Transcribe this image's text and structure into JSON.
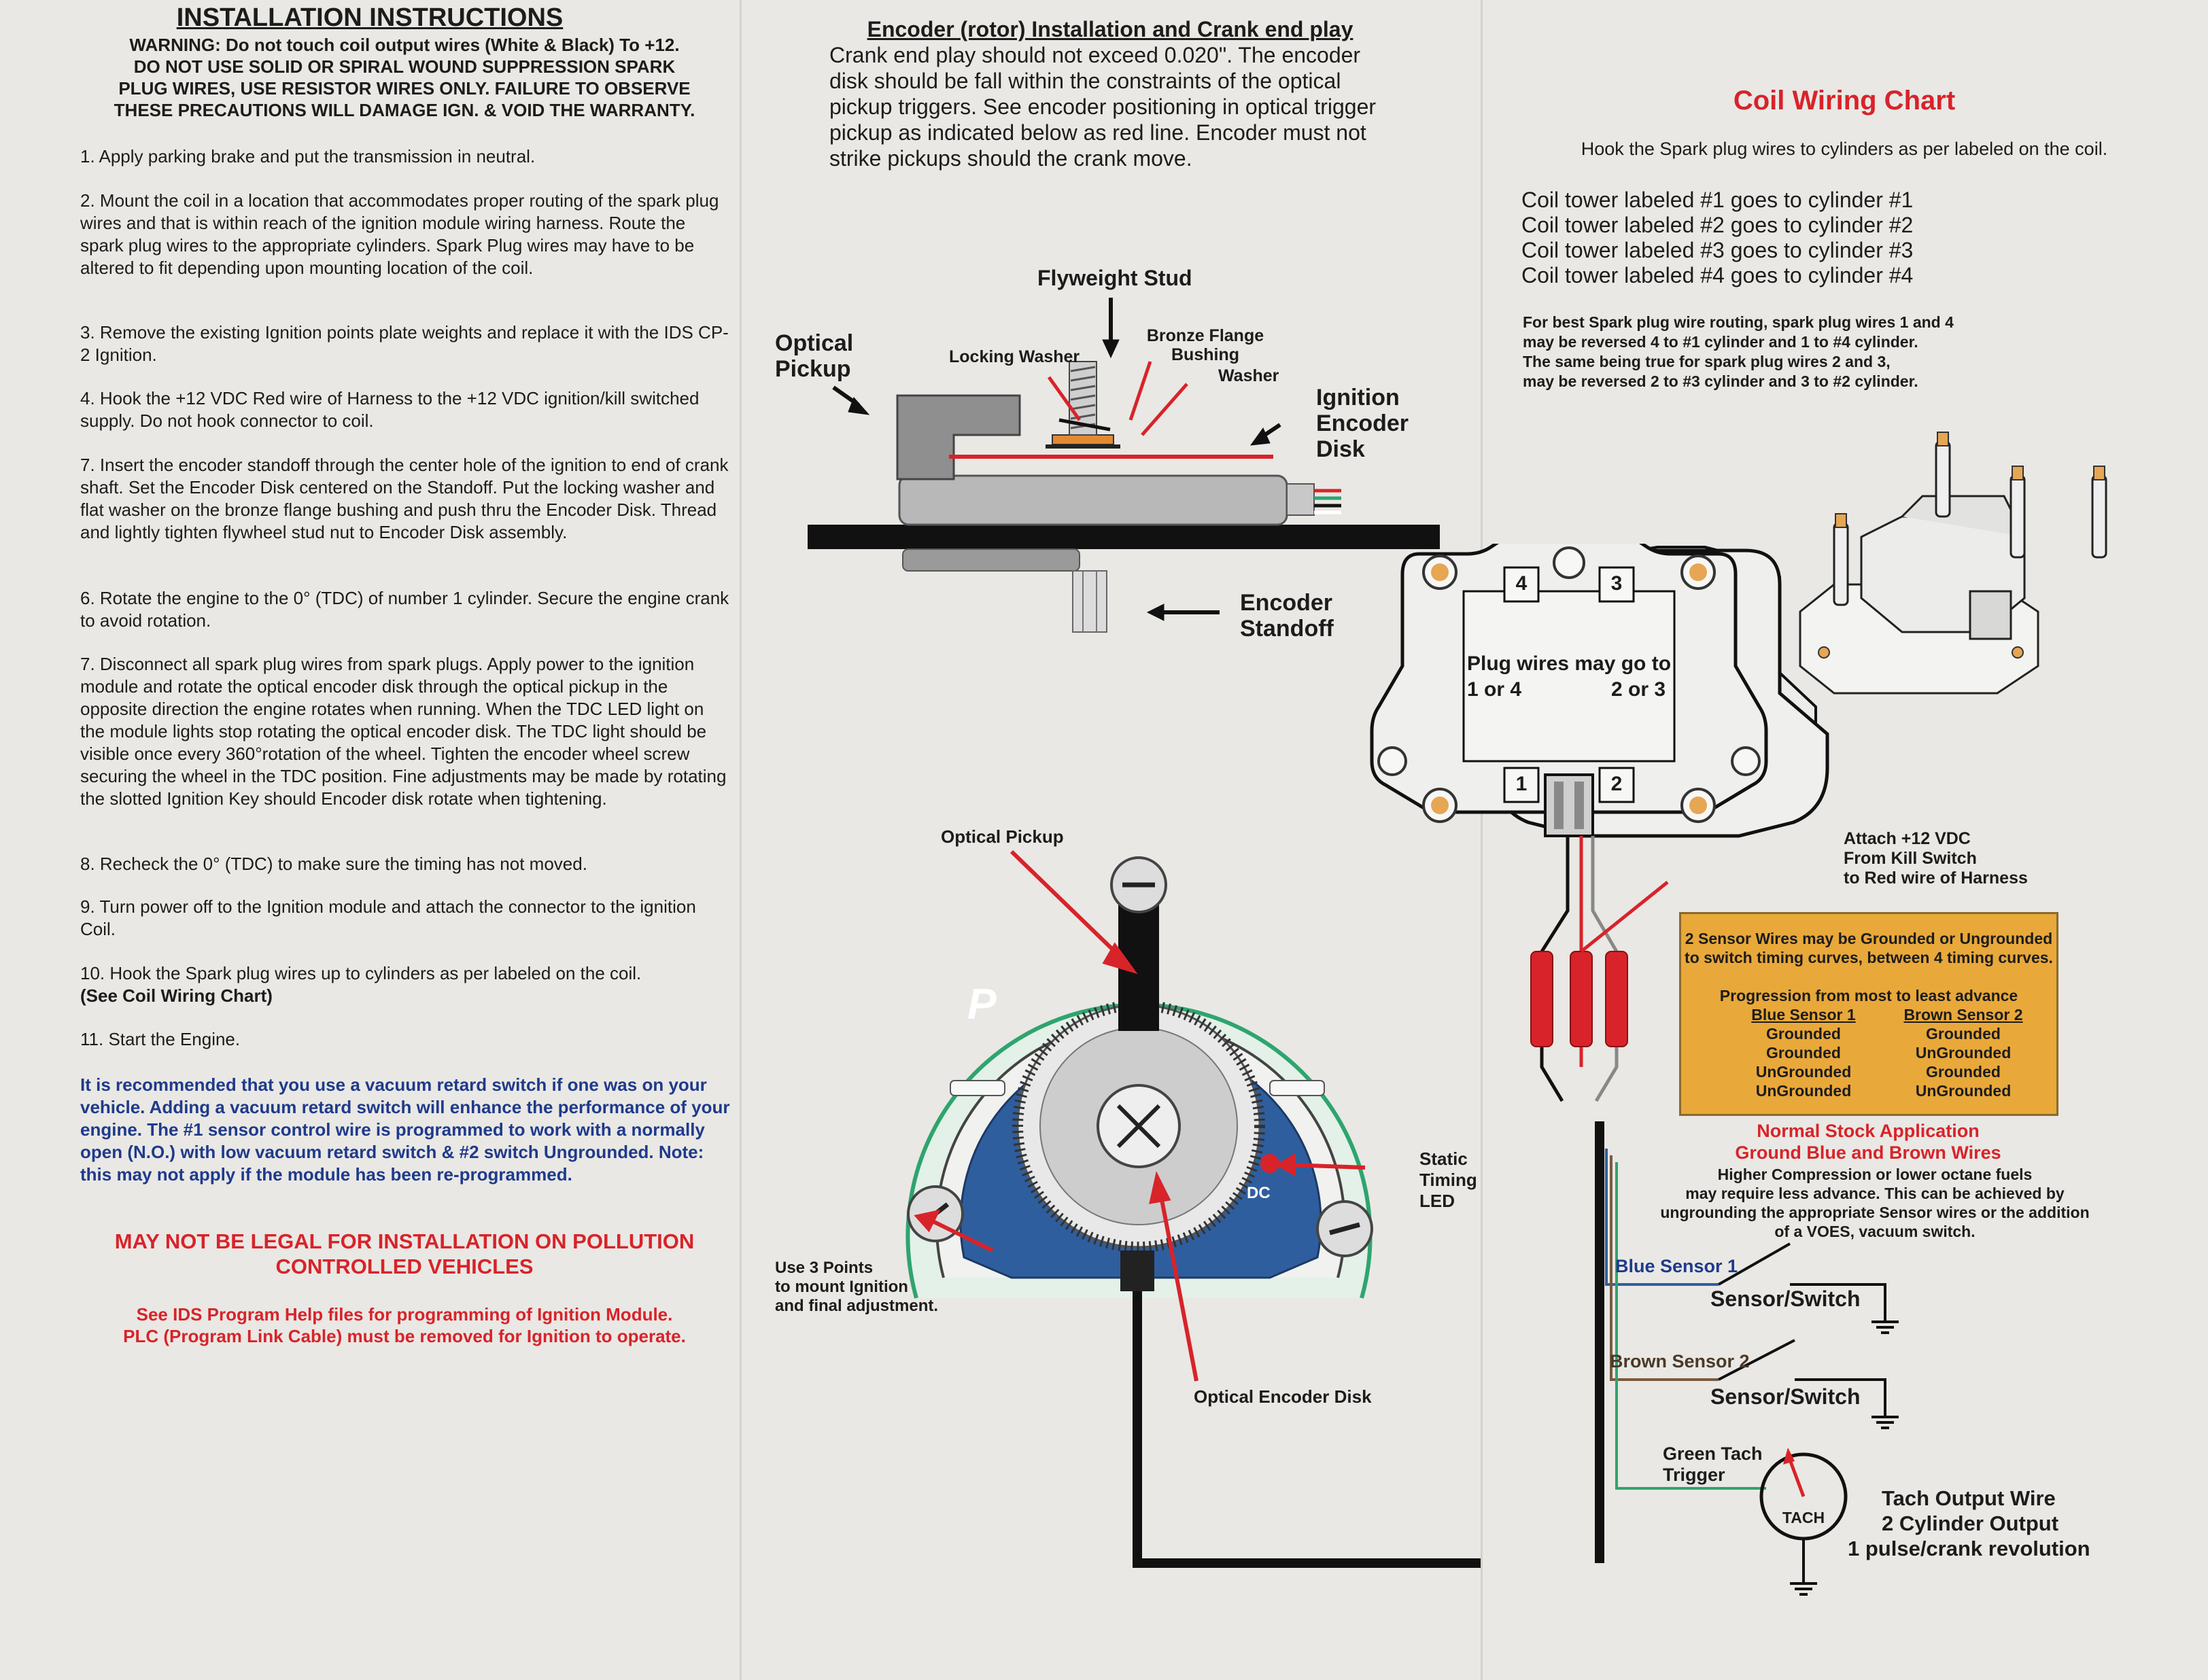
{
  "left": {
    "title": "INSTALLATION INSTRUCTIONS",
    "warning": [
      "WARNING: Do not touch coil output wires (White &  Black) To +12.",
      "DO NOT USE SOLID OR SPIRAL WOUND SUPPRESSION SPARK",
      "PLUG WIRES, USE RESISTOR WIRES ONLY.  FAILURE TO OBSERVE",
      "THESE PRECAUTIONS WILL DAMAGE IGN. & VOID THE WARRANTY."
    ],
    "steps": [
      "1.  Apply parking brake and put the transmission in neutral.",
      "2.  Mount the coil in a location that accommodates proper routing of the spark plug wires and that is within reach of the ignition module wiring harness.  Route the spark plug wires to the appropriate cylinders.  Spark Plug wires may have to be altered to fit depending upon mounting location of the coil.",
      "3.  Remove the existing Ignition points plate weights and replace it with the IDS CP-2 Ignition.",
      "4.  Hook the +12 VDC Red wire of Harness to the +12 VDC ignition/kill switched supply.  Do not hook connector to coil.",
      "7. Insert the encoder standoff through the center hole of the ignition to end of crank shaft. Set the Encoder Disk centered on the Standoff.  Put the locking washer  and flat washer on the bronze flange bushing and push thru the Encoder Disk. Thread and lightly tighten flywheel stud nut to Encoder Disk assembly.",
      "6.  Rotate the engine to the 0° (TDC) of number 1 cylinder.  Secure  the engine crank to avoid rotation.",
      "7.   Disconnect all spark plug wires from spark plugs.  Apply power to the ignition module and rotate the optical encoder disk through the optical pickup in the opposite direction the engine rotates when running.  When the TDC LED light on the module lights stop rotating the optical encoder disk. The TDC light should be visible once every 360°rotation of the wheel. Tighten the encoder wheel screw securing the wheel in the TDC position. Fine adjustments may be made by rotating the slotted Ignition Key should Encoder disk rotate when tightening.",
      "8.  Recheck the 0° (TDC) to make sure the timing has not moved.",
      "9.  Turn power off to the Ignition module and attach the connector to the ignition Coil.",
      "10.  Hook the Spark plug wires up to cylinders as per labeled on the coil."
    ],
    "step10_note": "(See Coil Wiring Chart)",
    "step11": "11.  Start the Engine.",
    "vacuum_note": "It is recommended that you use a vacuum retard switch if one was on your vehicle.  Adding a vacuum retard switch will enhance the performance of your engine.  The #1 sensor control wire is programmed to work with a normally open (N.O.) with low vacuum retard switch & #2 switch Ungrounded.  Note: this may not apply if the module has been re-programmed.",
    "legal_line1": "MAY NOT BE LEGAL FOR INSTALLATION ON POLLUTION",
    "legal_line2": "CONTROLLED VEHICLES",
    "ids_line1": "See IDS Program Help files for programming of Ignition Module.",
    "ids_line2": "PLC (Program Link Cable) must be removed for Ignition to operate."
  },
  "middle": {
    "encoder_title": "Encoder (rotor)  Installation and Crank end play",
    "encoder_text": [
      "Crank end play should not exceed 0.020\".  The encoder",
      "disk should be fall within the constraints of the optical",
      "pickup triggers.  See encoder positioning in optical trigger",
      "pickup as indicated below as red line.  Encoder must not",
      "strike pickups should the crank move."
    ],
    "labels": {
      "flyweight_stud": "Flyweight Stud",
      "optical_pickup_1": "Optical",
      "optical_pickup_2": "Pickup",
      "locking_washer": "Locking Washer",
      "bronze_1": "Bronze Flange",
      "bronze_2": "Bushing",
      "washer": "Washer",
      "ignition_1": "Ignition",
      "ignition_2": "Encoder",
      "ignition_3": "Disk",
      "standoff_1": "Encoder",
      "standoff_2": "Standoff",
      "optical_pickup_small": "Optical Pickup",
      "static_1": "Static",
      "static_2": "Timing LED",
      "use3_1": "Use 3 Points",
      "use3_2": "to mount Ignition",
      "use3_3": "and final adjustment.",
      "optical_disk": "Optical Encoder Disk",
      "module_logo": "P",
      "tdc_mark": "DC"
    }
  },
  "right": {
    "chart_title": "Coil Wiring Chart",
    "chart_intro": "Hook the Spark plug wires to cylinders as per labeled on the coil.",
    "towers": [
      "Coil tower labeled #1 goes to cylinder #1",
      "Coil tower labeled #2 goes to cylinder #2",
      "Coil tower labeled #3 goes to cylinder #3",
      "Coil tower labeled #4 goes to cylinder #4"
    ],
    "routing_note": [
      "For best Spark plug wire routing, spark plug wires 1 and 4",
      "may be reversed 4 to #1 cylinder and 1 to #4 cylinder.",
      "The same being true for spark plug wires 2 and 3,",
      "may be reversed 2 to #3 cylinder and 3 to #2 cylinder."
    ],
    "coil": {
      "n4": "4",
      "n3": "3",
      "n1": "1",
      "n2": "2",
      "text1": "Plug wires may go to",
      "text2a": "1 or 4",
      "text2b": "2 or 3"
    },
    "attach": [
      "Attach +12 VDC",
      "From Kill Switch",
      "to Red wire of Harness"
    ],
    "orange_box": {
      "line1": "2 Sensor Wires may be Grounded or Ungrounded",
      "line2": "to switch timing curves, between 4 timing curves.",
      "progression": "Progression from most to least advance",
      "col1_head": "Blue Sensor 1",
      "col2_head": "Brown Sensor 2",
      "col1": [
        "Grounded",
        "Grounded",
        "UnGrounded",
        "UnGrounded"
      ],
      "col2": [
        "Grounded",
        "UnGrounded",
        "Grounded",
        "UnGrounded"
      ],
      "color": "#e9a83a"
    },
    "normal_title1": "Normal Stock Application",
    "normal_title2": "Ground Blue and Brown Wires",
    "normal_text": [
      "Higher Compression or lower octane fuels",
      "may require less advance. This can be achieved by",
      "ungrounding the appropriate Sensor wires or the addition",
      "of a VOES, vacuum switch."
    ],
    "blue_sensor": "Blue Sensor 1",
    "brown_sensor": "Brown Sensor 2",
    "sensor_switch": "Sensor/Switch",
    "green_tach1": "Green Tach",
    "green_tach2": "Trigger",
    "tach": "TACH",
    "tach_out": [
      "Tach Output Wire",
      "2 Cylinder Output",
      "1 pulse/crank revolution"
    ]
  },
  "colors": {
    "red": "#d8232a",
    "navy": "#1f3a8c",
    "orange": "#e9a83a",
    "module_blue": "#2f5e9e",
    "green": "#2fa46f",
    "paper": "#e9e8e4"
  }
}
